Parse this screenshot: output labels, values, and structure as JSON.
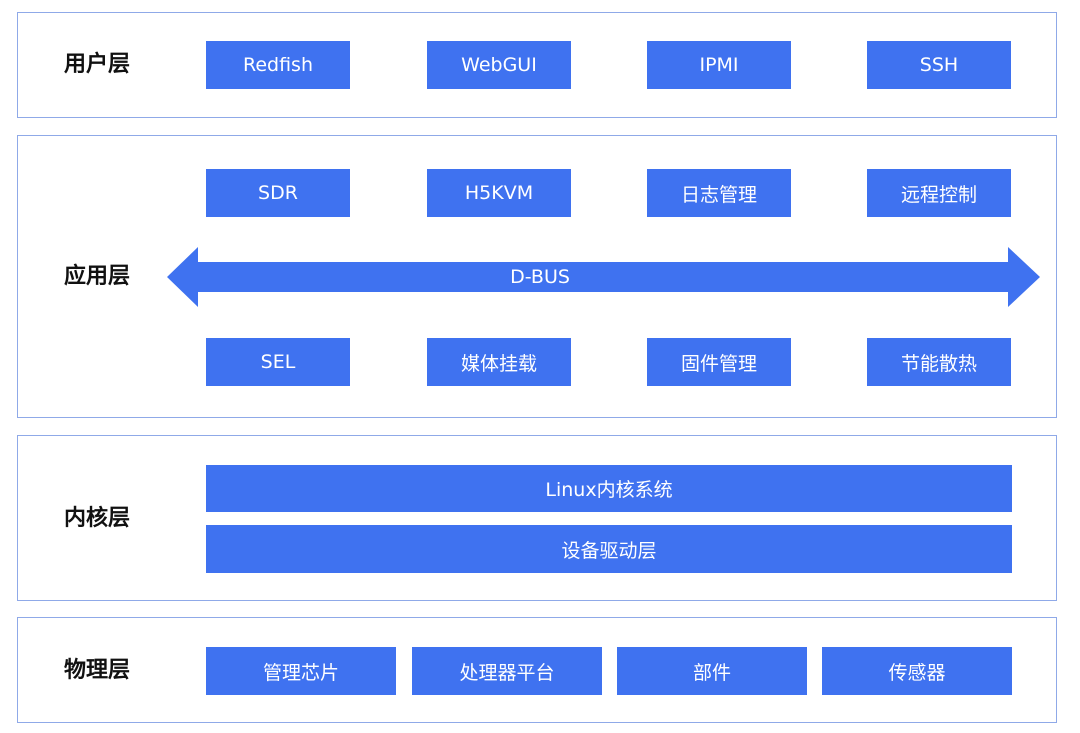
{
  "layers": {
    "user": {
      "label": "用户层",
      "items": [
        "Redfish",
        "WebGUI",
        "IPMI",
        "SSH"
      ]
    },
    "application": {
      "label": "应用层",
      "top_items": [
        "SDR",
        "H5KVM",
        "日志管理",
        "远程控制"
      ],
      "bus_label": "D-BUS",
      "bottom_items": [
        "SEL",
        "媒体挂载",
        "固件管理",
        "节能散热"
      ]
    },
    "kernel": {
      "label": "内核层",
      "items": [
        "Linux内核系统",
        "设备驱动层"
      ]
    },
    "physical": {
      "label": "物理层",
      "items": [
        "管理芯片",
        "处理器平台",
        "部件",
        "传感器"
      ]
    }
  },
  "colors": {
    "box_fill": "#3f72f0",
    "layer_border": "#8fa9e8",
    "label_text": "#111111",
    "box_text": "#ffffff"
  }
}
